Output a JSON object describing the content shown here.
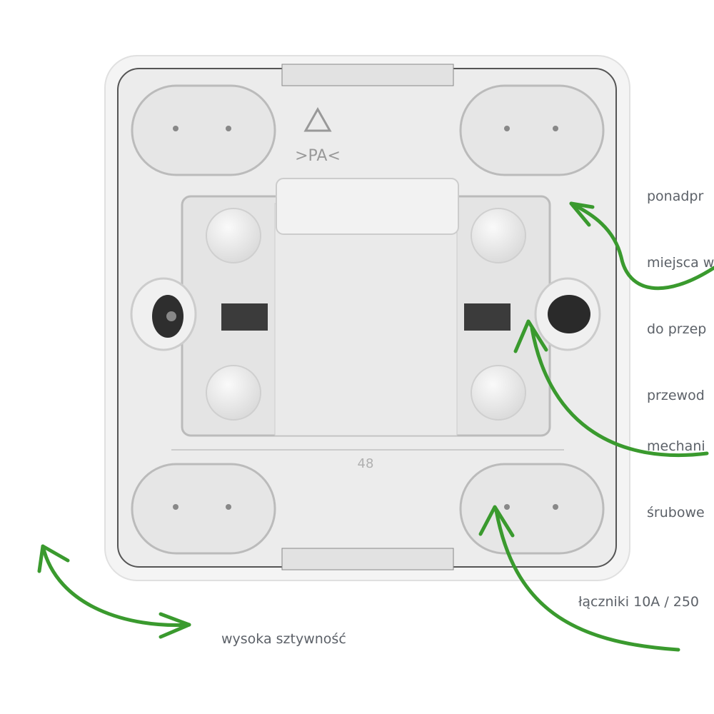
{
  "product_markings": {
    "recycle_code": ">PA<",
    "dimension": "48"
  },
  "annotations": {
    "top_right": [
      "ponadpr",
      "miejsca w",
      "do przep",
      "przewod"
    ],
    "middle_right": [
      "mechani",
      "śrubowe"
    ],
    "bottom_right": "łączniki 10A / 250",
    "bottom_left": "wysoka sztywność"
  },
  "colors": {
    "arrow": "#3a9a2e",
    "text": "#5c6168",
    "plastic": "#eeeeee",
    "outline": "#5a5a5a"
  }
}
